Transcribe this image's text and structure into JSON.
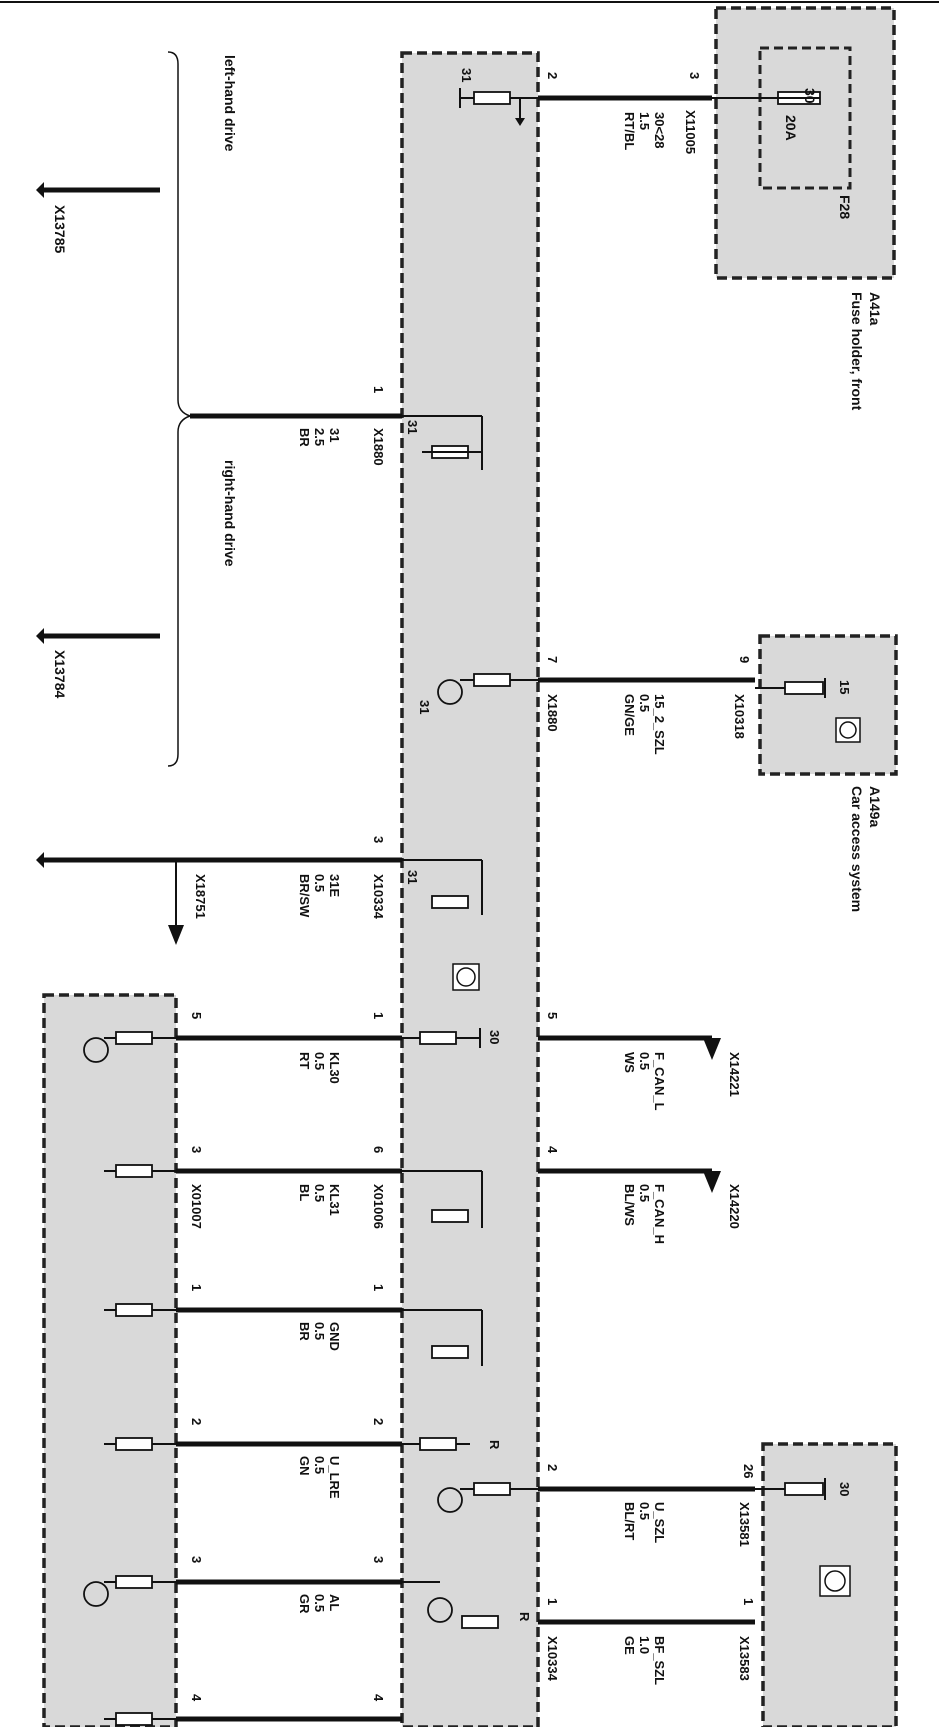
{
  "components": {
    "fuse_holder": {
      "id": "A41a",
      "name": "Fuse holder, front",
      "fuse_id": "F28",
      "fuse_rating": "20A",
      "terminal": "30"
    },
    "car_access": {
      "id": "A149a",
      "name": "Car access system"
    }
  },
  "drive_labels": {
    "lhd": "left-hand drive",
    "rhd": "right-hand drive"
  },
  "ground_connectors": [
    "X13785",
    "X13784",
    "X18751"
  ],
  "wires": [
    {
      "pin_left": "2",
      "pin_right": "3",
      "conn_left": "",
      "conn_right": "X11005",
      "lines": [
        "30<28",
        "1.5",
        "RT/BL"
      ]
    },
    {
      "pin_left": "1",
      "conn_left": "X1880",
      "lines": [
        "31",
        "2.5",
        "BR"
      ]
    },
    {
      "pin_left": "7",
      "pin_right": "9",
      "conn_left": "X1880",
      "conn_right": "X10318",
      "lines": [
        "15_2_SZL",
        "0.5",
        "GN/GE"
      ]
    },
    {
      "pin_left": "3",
      "conn_left": "X10334",
      "lines": [
        "31E",
        "0.5",
        "BR/SW"
      ]
    },
    {
      "pin_top": "5",
      "conn_arrow": "X14221",
      "lines": [
        "F_CAN_L",
        "0.5",
        "WS"
      ]
    },
    {
      "pin_top": "4",
      "conn_arrow": "X14220",
      "lines": [
        "F_CAN_H",
        "0.5",
        "BL/WS"
      ]
    },
    {
      "pin_top": "2",
      "pin_right": "26",
      "conn_right": "X13581",
      "lines": [
        "U_SZL",
        "0.5",
        "BL/RT"
      ]
    },
    {
      "pin_top": "1",
      "pin_right": "1",
      "conn_left": "X10334",
      "conn_right": "X13583",
      "lines": [
        "BF_SZL",
        "1.0",
        "GE"
      ]
    },
    {
      "pin_a": "1",
      "pin_b": "5",
      "lines": [
        "KL30",
        "0.5",
        "RT"
      ]
    },
    {
      "pin_a": "6",
      "pin_b": "3",
      "conn_a": "X01006",
      "conn_b": "X01007",
      "lines": [
        "KL31",
        "0.5",
        "BL"
      ]
    },
    {
      "pin_a": "1",
      "pin_b": "1",
      "lines": [
        "GND",
        "0.5",
        "BR"
      ]
    },
    {
      "pin_a": "2",
      "pin_b": "2",
      "lines": [
        "U_LRE",
        "0.5",
        "GN"
      ]
    },
    {
      "pin_a": "3",
      "pin_b": "3",
      "lines": [
        "AL",
        "0.5",
        "GR"
      ]
    },
    {
      "pin_a": "4",
      "pin_b": "4",
      "lines": []
    }
  ],
  "internal": {
    "gnd": "31",
    "v30": "30",
    "v15": "15",
    "r": "R"
  }
}
